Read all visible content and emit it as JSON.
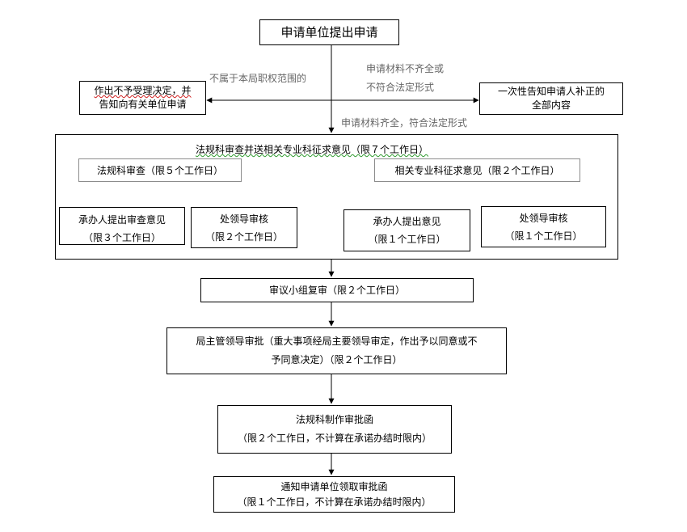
{
  "start": {
    "text": "申请单位提出申请"
  },
  "branch_left": {
    "condition": "不属于本局职权范围的",
    "line1": "作出不予受理决定，并",
    "line2": "告知向有关单位申请"
  },
  "branch_right": {
    "condition_line1": "申请材料不齐全或",
    "condition_line2": "不符合法定形式",
    "line1": "一次性告知申请人补正的",
    "line2": "全部内容"
  },
  "accept_condition": "申请材料齐全，符合法定形式",
  "review_stage": {
    "title": "法规科审查并送相关专业科征求意见（限７个工作日）",
    "legal": {
      "title": "法规科审查（限５个工作日）",
      "handler": {
        "line1": "承办人提出审查意见",
        "line2": "（限３个工作日）"
      },
      "leader": {
        "line1": "处领导审核",
        "line2": "（限２个工作日）"
      }
    },
    "specialty": {
      "title": "相关专业科征求意见（限２个工作日）",
      "handler": {
        "line1": "承办人提出意见",
        "line2": "（限１个工作日）"
      },
      "leader": {
        "line1": "处领导审核",
        "line2": "（限１个工作日）"
      }
    }
  },
  "panel_review": {
    "text": "审议小组复审（限２个工作日）"
  },
  "director_approval": {
    "line1": "局主管领导审批（重大事项经局主要领导审定，作出予以同意或不",
    "line2": "予同意决定）（限２个工作日）"
  },
  "issue_letter": {
    "line1": "法规科制作审批函",
    "line2": "（限２个工作日，不计算在承诺办结时限内）"
  },
  "notify": {
    "line1": "通知申请单位领取审批函",
    "line2": "（限１个工作日，不计算在承诺办结时限内）"
  }
}
